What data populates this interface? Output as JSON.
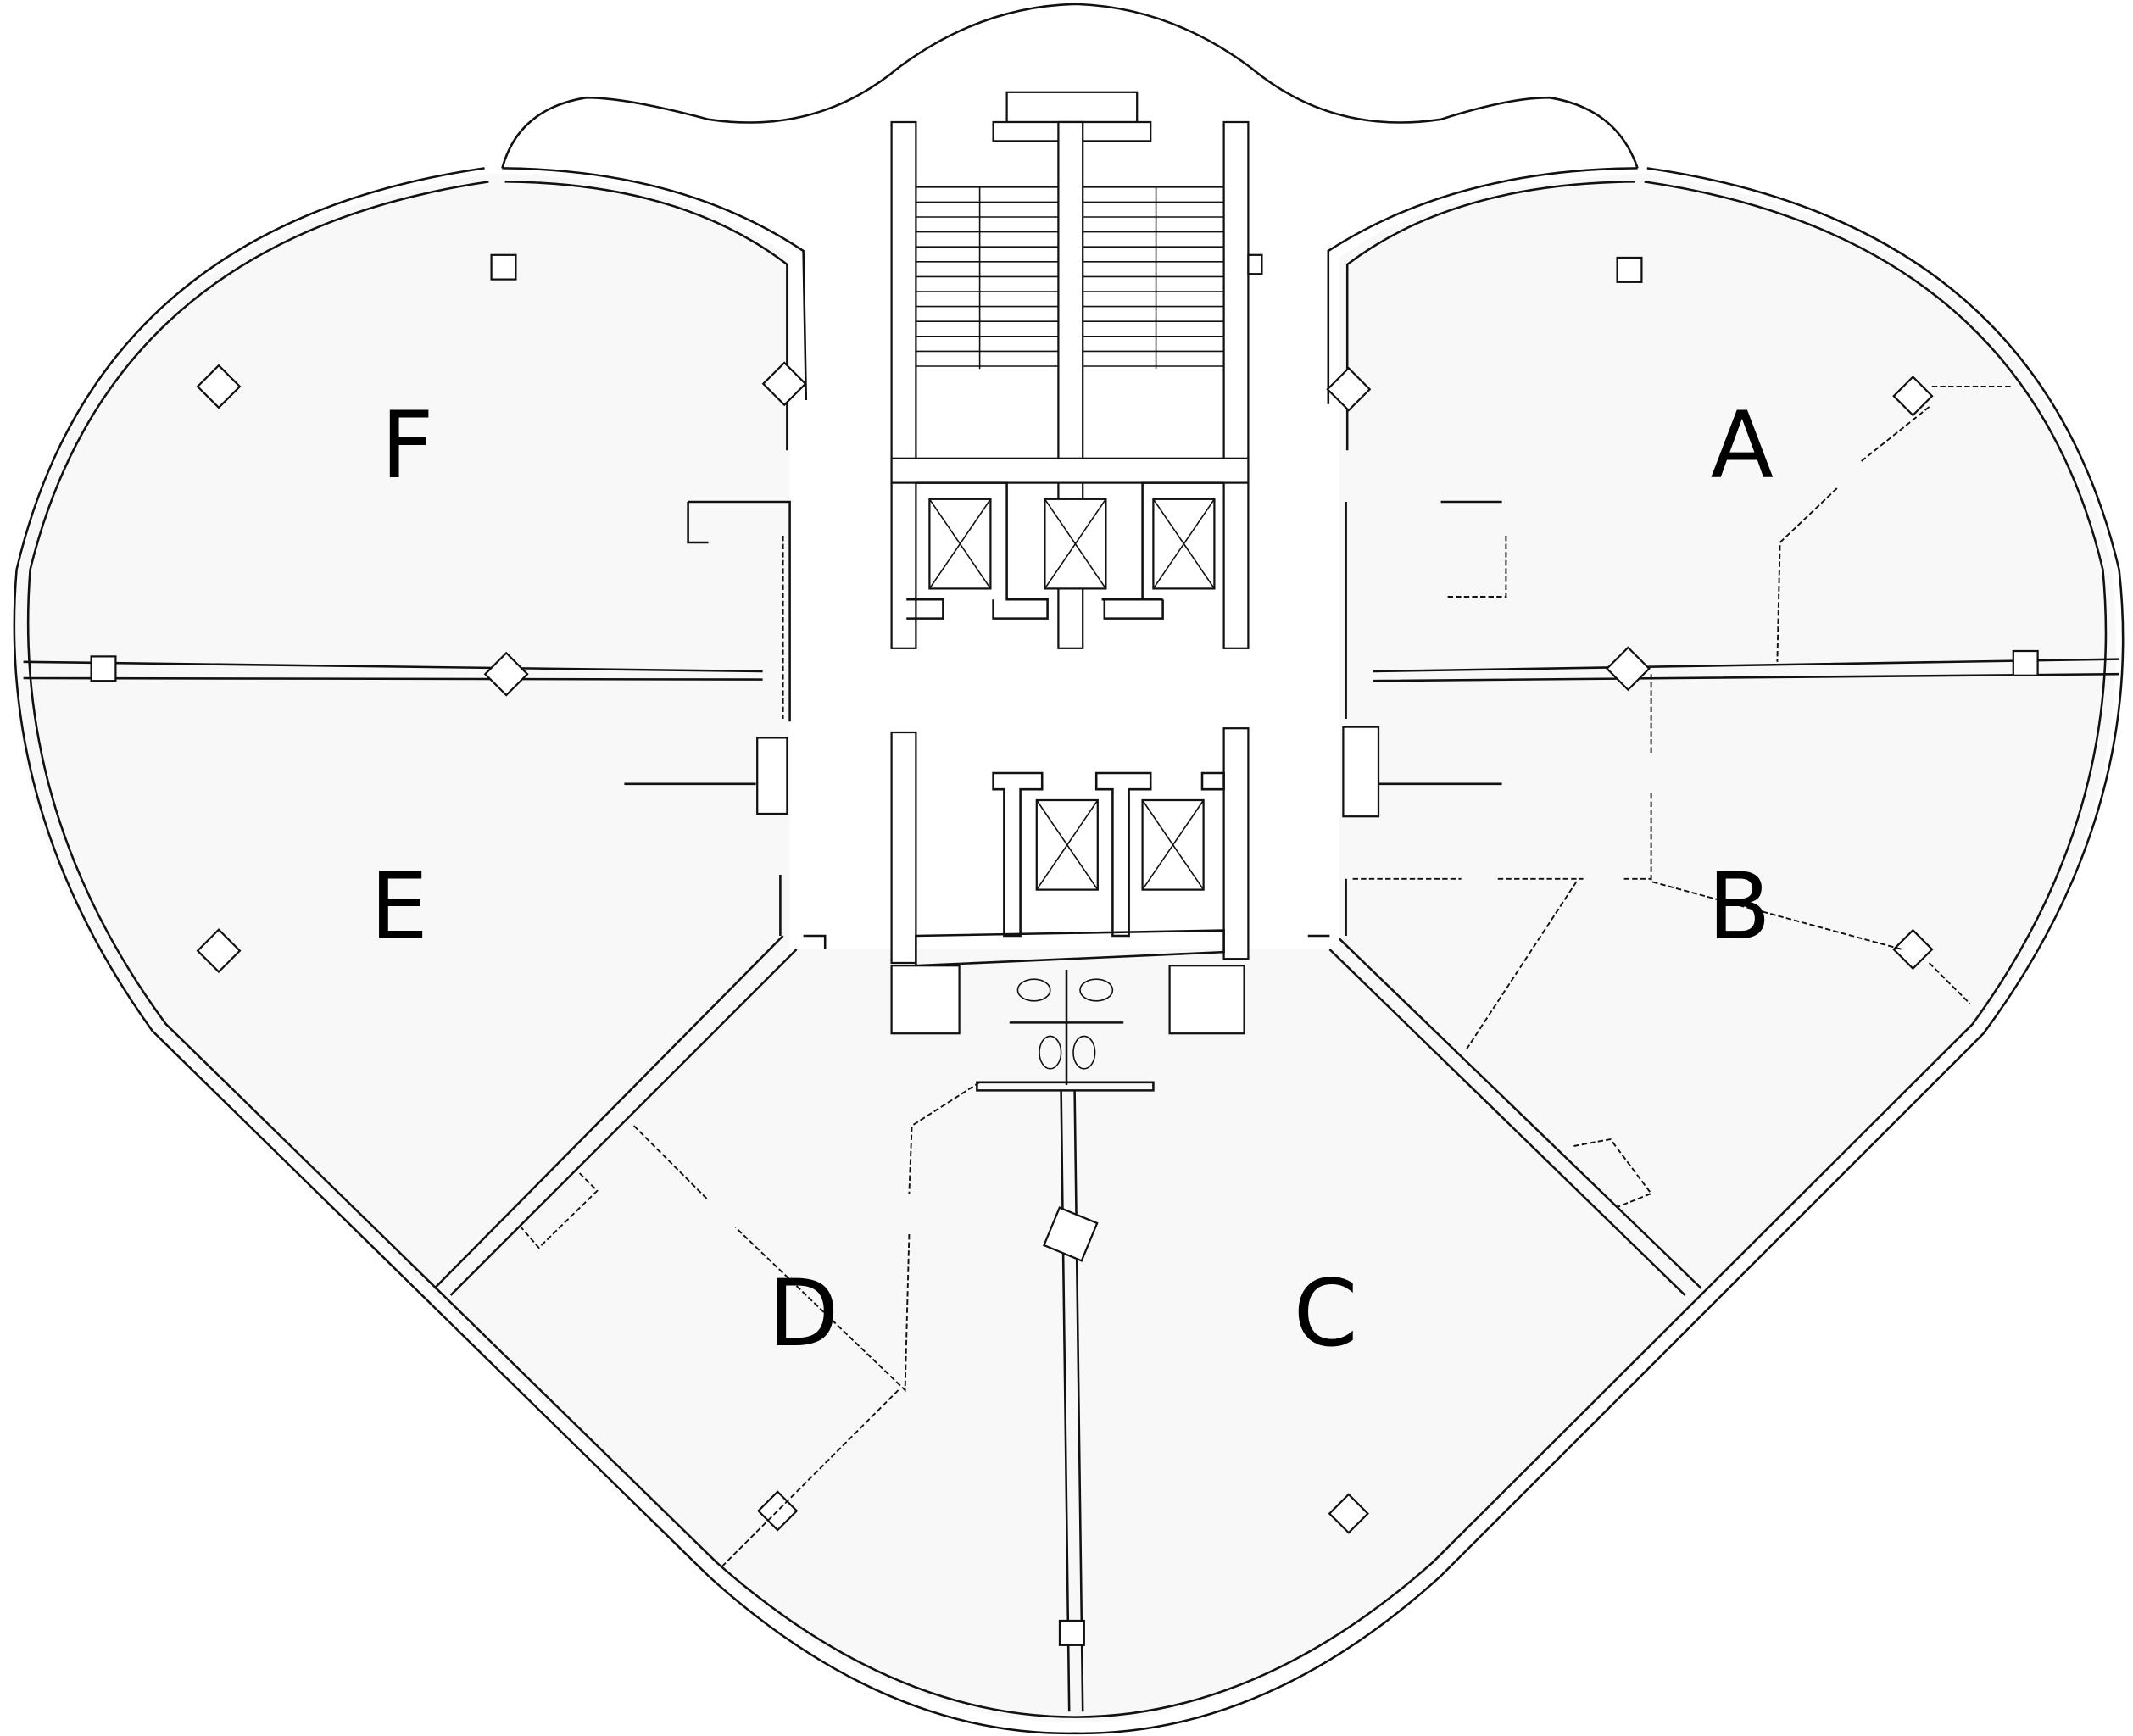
{
  "title": "Floor plan",
  "rooms": [
    {
      "id": "A",
      "label": "A"
    },
    {
      "id": "B",
      "label": "B"
    },
    {
      "id": "C",
      "label": "C"
    },
    {
      "id": "D",
      "label": "D"
    },
    {
      "id": "E",
      "label": "E"
    },
    {
      "id": "F",
      "label": "F"
    }
  ],
  "colors": {
    "floor": "#f8f8f8",
    "line": "#111111",
    "core": "#ffffff"
  }
}
